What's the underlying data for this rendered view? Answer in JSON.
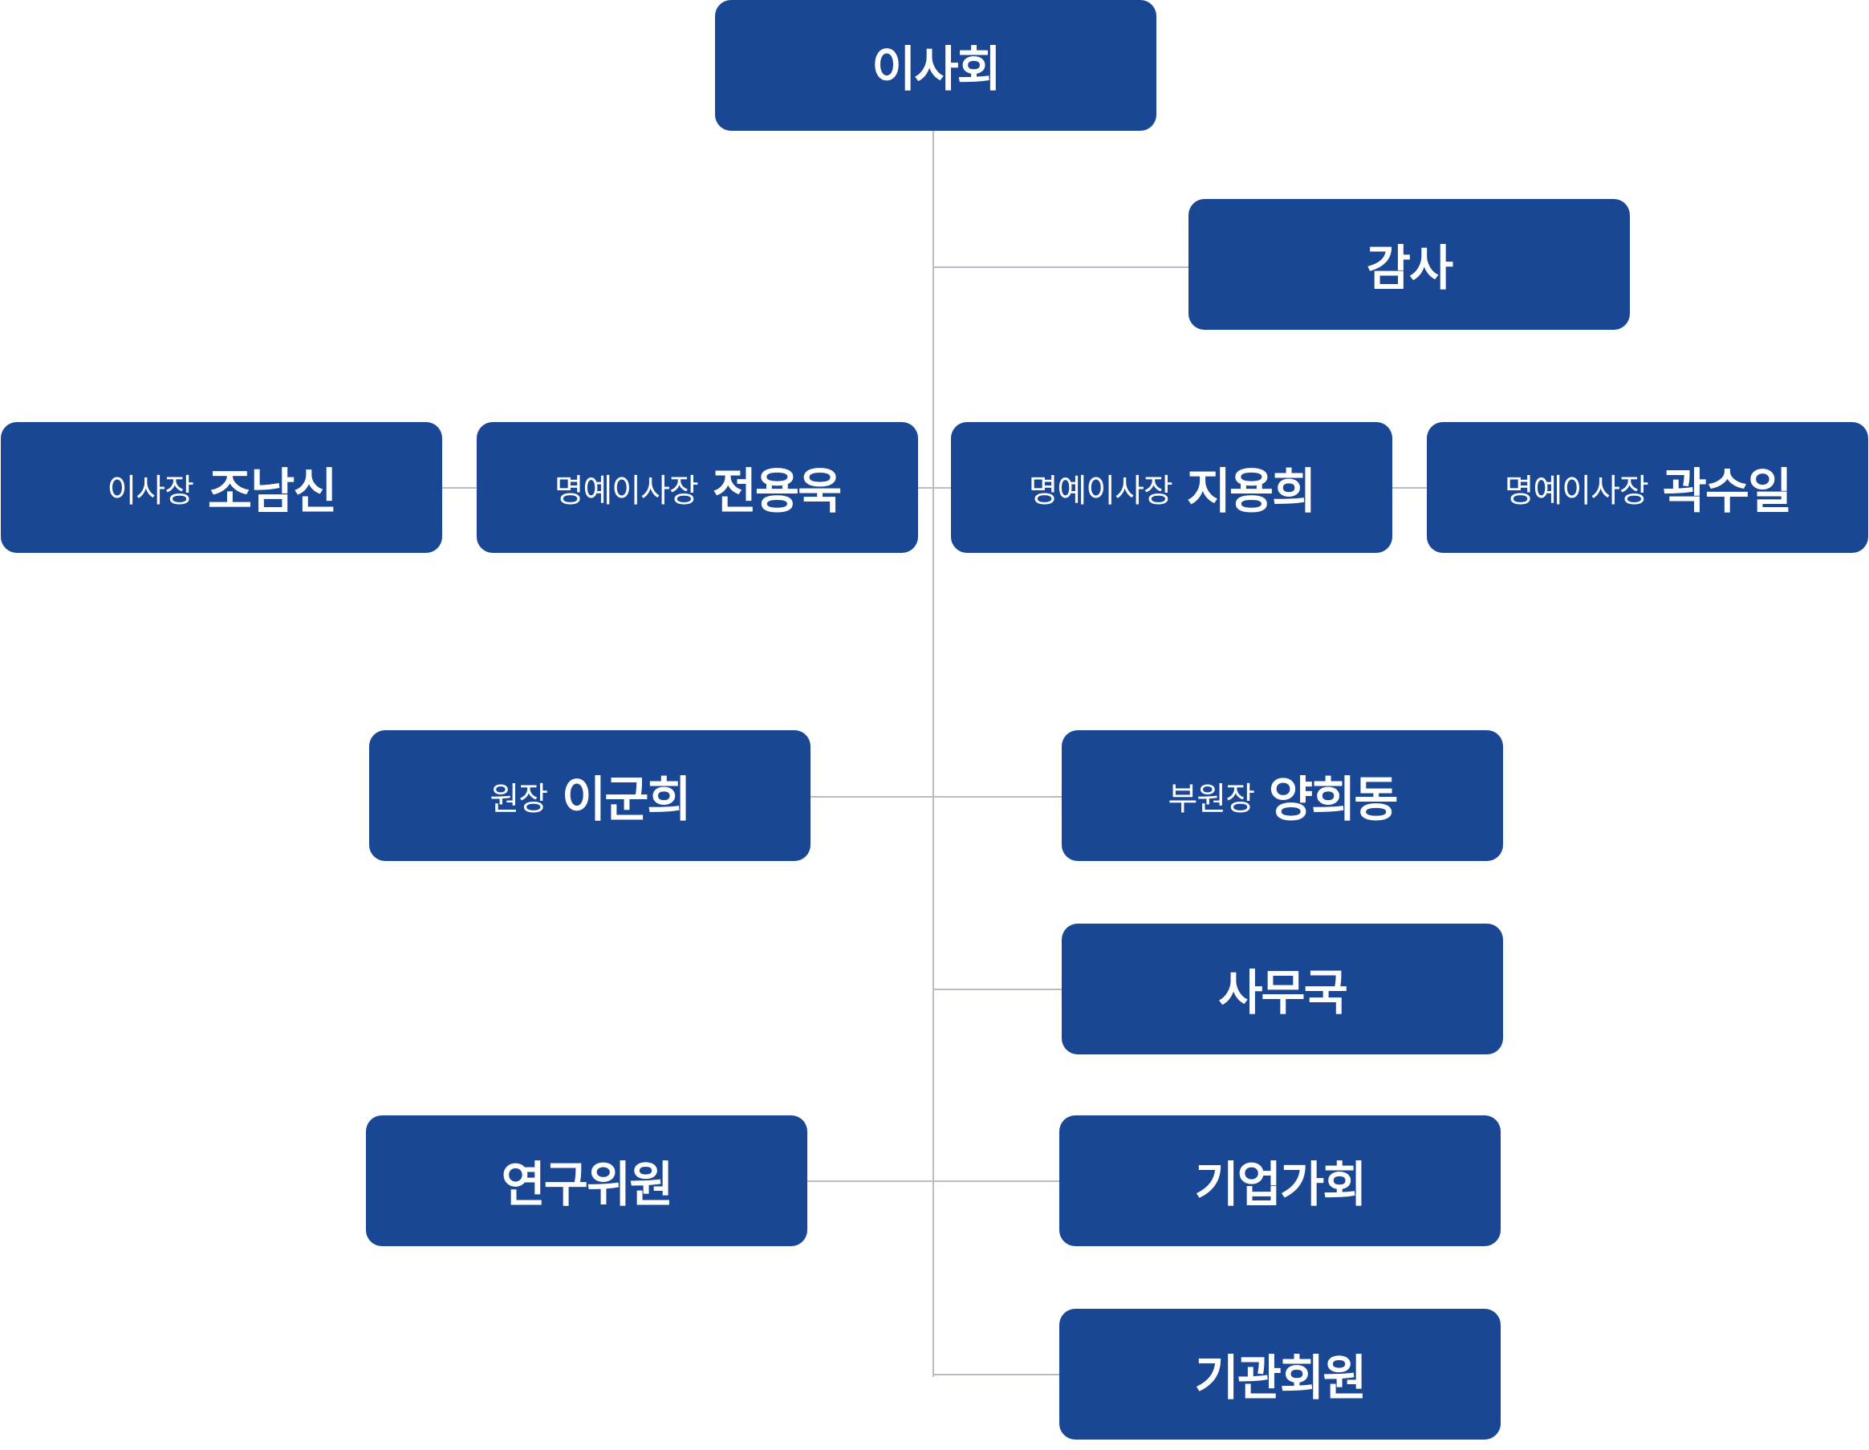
{
  "org_chart": {
    "board": {
      "name": "이사회"
    },
    "auditor": {
      "name": "감사"
    },
    "chairs": [
      {
        "title": "이사장",
        "name": "조남신"
      },
      {
        "title": "명예이사장",
        "name": "전용욱"
      },
      {
        "title": "명예이사장",
        "name": "지용희"
      },
      {
        "title": "명예이사장",
        "name": "곽수일"
      }
    ],
    "director": {
      "title": "원장",
      "name": "이군희"
    },
    "vice_director": {
      "title": "부원장",
      "name": "양희동"
    },
    "secretariat": {
      "name": "사무국"
    },
    "researchers": {
      "name": "연구위원"
    },
    "entrepreneurs": {
      "name": "기업가회"
    },
    "institutional_members": {
      "name": "기관회원"
    }
  },
  "colors": {
    "box": "#194794",
    "text": "#ffffff",
    "connector": "#b9bdc5"
  }
}
